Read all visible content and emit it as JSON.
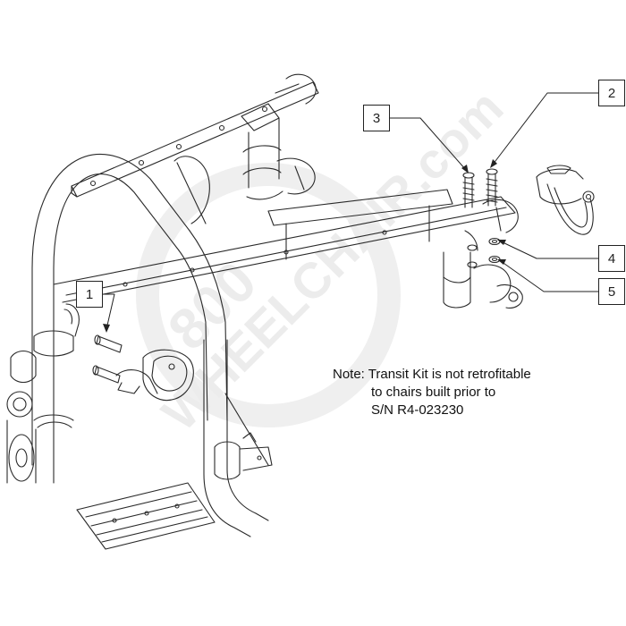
{
  "watermark": {
    "line1": "800",
    "line2": "WHEELCHAIR.com"
  },
  "callouts": {
    "c1": "1",
    "c2": "2",
    "c3": "3",
    "c4": "4",
    "c5": "5"
  },
  "note": {
    "line1": "Note: Transit Kit is not retrofitable",
    "line2": "to chairs built prior to",
    "line3": "S/N R4-023230"
  },
  "colors": {
    "line": "#2a2a2a",
    "watermark": "#ececec",
    "background": "#ffffff"
  }
}
